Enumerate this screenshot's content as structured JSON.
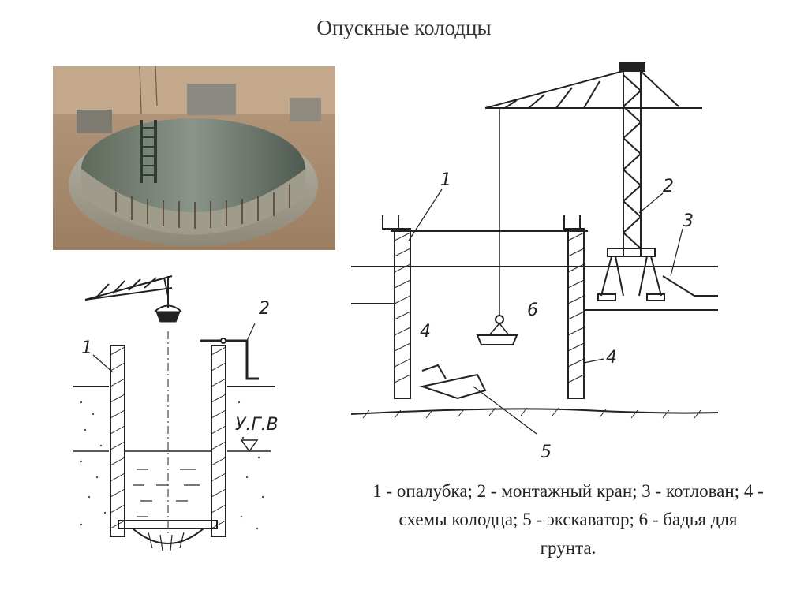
{
  "slide": {
    "title": "Опускные колодцы"
  },
  "left_diagram": {
    "labels": [
      "1",
      "2",
      "У.Г.В"
    ]
  },
  "right_diagram": {
    "labels": [
      "1",
      "2",
      "3",
      "4",
      "4",
      "5",
      "6"
    ]
  },
  "legend": {
    "text": "1 - опалубка; 2 - монтажный кран; 3 - котлован; 4 - схемы колодца; 5 - экскаватор; 6 - бадья для грунта."
  }
}
